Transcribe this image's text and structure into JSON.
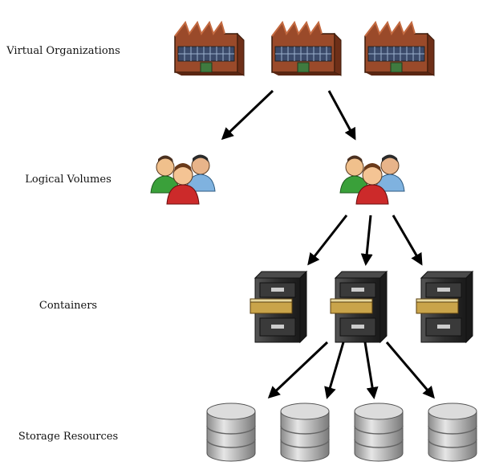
{
  "levels": {
    "virtual_organizations": "Virtual Organizations",
    "logical_volumes": "Logical Volumes",
    "containers": "Containers",
    "storage_resources": "Storage Resources"
  },
  "icons": {
    "factory": "factory-icon",
    "users": "user-group-icon",
    "cabinet": "file-cabinet-icon",
    "disk": "database-disk-icon"
  },
  "colors": {
    "brick": "#9a4a2a",
    "brick_dark": "#6e2f18",
    "arrow": "#000000",
    "cabinet": "#2b2b2b",
    "drawer": "#c9a44a",
    "disk": "#b8b8b8",
    "user_green": "#3aa03a",
    "user_red": "#cc2a2a",
    "user_blue": "#7fb2df"
  }
}
